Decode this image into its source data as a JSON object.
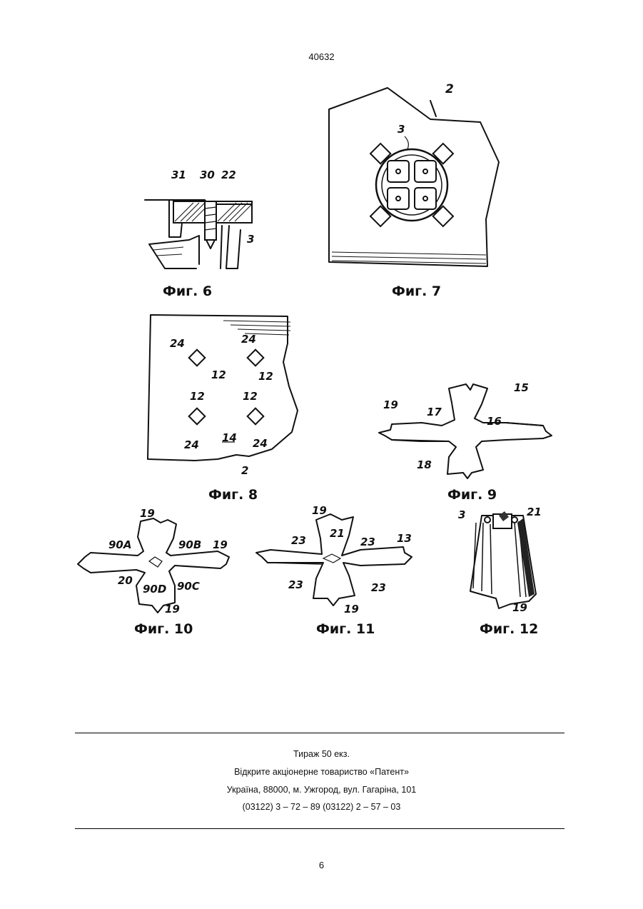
{
  "header": {
    "doc_number": "40632"
  },
  "figures": [
    {
      "id": "fig6",
      "caption": "Фиг. 6",
      "labels": [
        "31",
        "30",
        "22",
        "3"
      ]
    },
    {
      "id": "fig7",
      "caption": "Фиг. 7",
      "labels": [
        "2",
        "3"
      ]
    },
    {
      "id": "fig8",
      "caption": "Фиг. 8",
      "labels": [
        "24",
        "12",
        "24",
        "12",
        "12",
        "24",
        "12",
        "24",
        "14",
        "2"
      ]
    },
    {
      "id": "fig9",
      "caption": "Фиг. 9",
      "labels": [
        "15",
        "19",
        "17",
        "16",
        "18"
      ]
    },
    {
      "id": "fig10",
      "caption": "Фиг. 10",
      "labels": [
        "19",
        "90A",
        "90B",
        "19",
        "20",
        "90D",
        "90C",
        "19"
      ]
    },
    {
      "id": "fig11",
      "caption": "Фиг. 11",
      "labels": [
        "19",
        "21",
        "23",
        "23",
        "13",
        "23",
        "23",
        "19"
      ]
    },
    {
      "id": "fig12",
      "caption": "Фиг. 12",
      "labels": [
        "3",
        "21",
        "19"
      ]
    }
  ],
  "imprint": {
    "lines": [
      "Тираж 50 екз.",
      "Відкрите акціонерне товариство «Патент»",
      "Україна, 88000, м. Ужгород, вул. Гагаріна, 101",
      "(03122) 3 – 72 – 89   (03122) 2 – 57 – 03"
    ]
  },
  "footer": {
    "page_number": "6"
  }
}
